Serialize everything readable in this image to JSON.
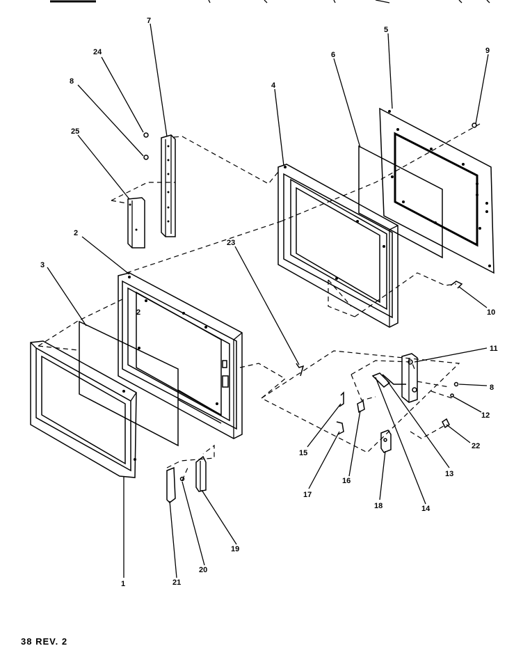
{
  "footer": {
    "page": "38",
    "revision": "REV. 2"
  },
  "callouts": [
    {
      "id": "c1",
      "text": "1"
    },
    {
      "id": "c2",
      "text": "2"
    },
    {
      "id": "c3",
      "text": "3"
    },
    {
      "id": "c4",
      "text": "4"
    },
    {
      "id": "c5",
      "text": "5"
    },
    {
      "id": "c6",
      "text": "6"
    },
    {
      "id": "c7",
      "text": "7"
    },
    {
      "id": "c8a",
      "text": "8"
    },
    {
      "id": "c8b",
      "text": "8"
    },
    {
      "id": "c9",
      "text": "9"
    },
    {
      "id": "c10",
      "text": "10"
    },
    {
      "id": "c11",
      "text": "11"
    },
    {
      "id": "c12",
      "text": "12"
    },
    {
      "id": "c13",
      "text": "13"
    },
    {
      "id": "c14",
      "text": "14"
    },
    {
      "id": "c15",
      "text": "15"
    },
    {
      "id": "c16",
      "text": "16"
    },
    {
      "id": "c17",
      "text": "17"
    },
    {
      "id": "c18",
      "text": "18"
    },
    {
      "id": "c19",
      "text": "19"
    },
    {
      "id": "c20",
      "text": "20"
    },
    {
      "id": "c21",
      "text": "21"
    },
    {
      "id": "c22",
      "text": "22"
    },
    {
      "id": "c23",
      "text": "23"
    },
    {
      "id": "c24",
      "text": "24"
    },
    {
      "id": "c25",
      "text": "25"
    }
  ]
}
